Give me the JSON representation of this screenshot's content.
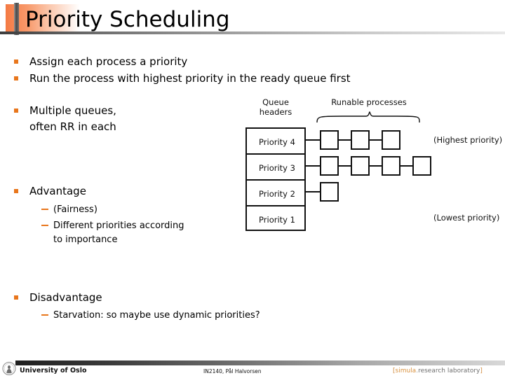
{
  "slide": {
    "title": "Priority Scheduling",
    "accent_orange": "#e8761c",
    "title_bar_gray": "#4a4a4a"
  },
  "bullets": [
    {
      "text": "Assign each process a priority"
    },
    {
      "text": "Run the process with highest priority in the ready queue first"
    },
    {
      "text": "Multiple queues,",
      "text2": "often RR in each"
    },
    {
      "text": "Advantage"
    },
    {
      "text": "Disadvantage"
    }
  ],
  "advantage_subs": [
    {
      "text": "(Fairness)"
    },
    {
      "text": "Different priorities according",
      "text2": "to importance"
    }
  ],
  "disadvantage_subs": [
    {
      "text": "Starvation: so maybe use dynamic priorities?"
    }
  ],
  "diagram": {
    "queue_header_label_line1": "Queue",
    "queue_header_label_line2": "headers",
    "runable_label": "Runable processes",
    "rows": [
      {
        "label": "Priority 4",
        "processes": 3
      },
      {
        "label": "Priority 3",
        "processes": 4
      },
      {
        "label": "Priority 2",
        "processes": 1
      },
      {
        "label": "Priority 1",
        "processes": 0
      }
    ],
    "highest_note": "(Highest priority)",
    "lowest_note": "(Lowest priority)"
  },
  "footer": {
    "university": "University of Oslo",
    "course": "IN2140, Pål Halvorsen",
    "simula_bracket_open": "[",
    "simula_name": "simula",
    "simula_dot": ".",
    "simula_tagline": "research laboratory",
    "simula_bracket_close": "]"
  }
}
